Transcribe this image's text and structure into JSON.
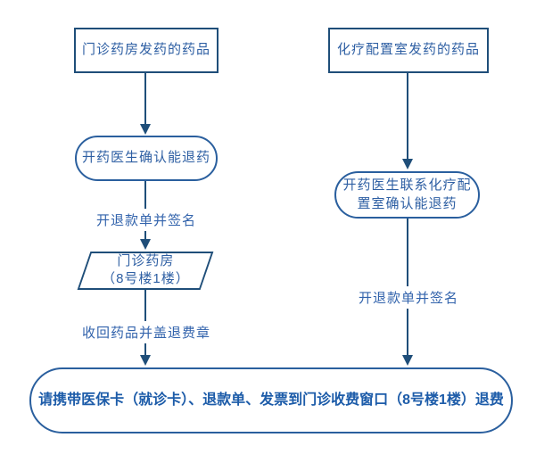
{
  "diagram": {
    "title_hint": "outpatient-medicine-refund-flowchart",
    "colors": {
      "rect_border": "#1f4e79",
      "stadium_border": "#2a5f9e",
      "connector": "#1f4e79",
      "node_text": "#2e5fa3",
      "edge_label_text": "#3263ac",
      "banner_text": "#1d5ca9",
      "background": "#ffffff"
    },
    "nodes": {
      "outpatient_source": {
        "shape": "rectangle",
        "label": "门诊药房发药的药品"
      },
      "chemo_source": {
        "shape": "rectangle",
        "label": "化疗配置室发药的药品"
      },
      "doctor_confirm": {
        "shape": "stadium",
        "label": "开药医生确认能退药"
      },
      "chemo_confirm": {
        "shape": "stadium",
        "line1": "开药医生联系化疗配",
        "line2": "置室确认能退药"
      },
      "pharmacy_location": {
        "shape": "parallelogram",
        "line1": "门诊药房",
        "line2": "（8号楼1楼）"
      },
      "final_banner": {
        "shape": "stadium",
        "label": "请携带医保卡（就诊卡）、退款单、发票到门诊收费窗口（8号楼1楼）退费"
      }
    },
    "edge_labels": {
      "left_sign": "开退款单并签名",
      "left_stamp": "收回药品并盖退费章",
      "right_sign": "开退款单并签名"
    }
  }
}
